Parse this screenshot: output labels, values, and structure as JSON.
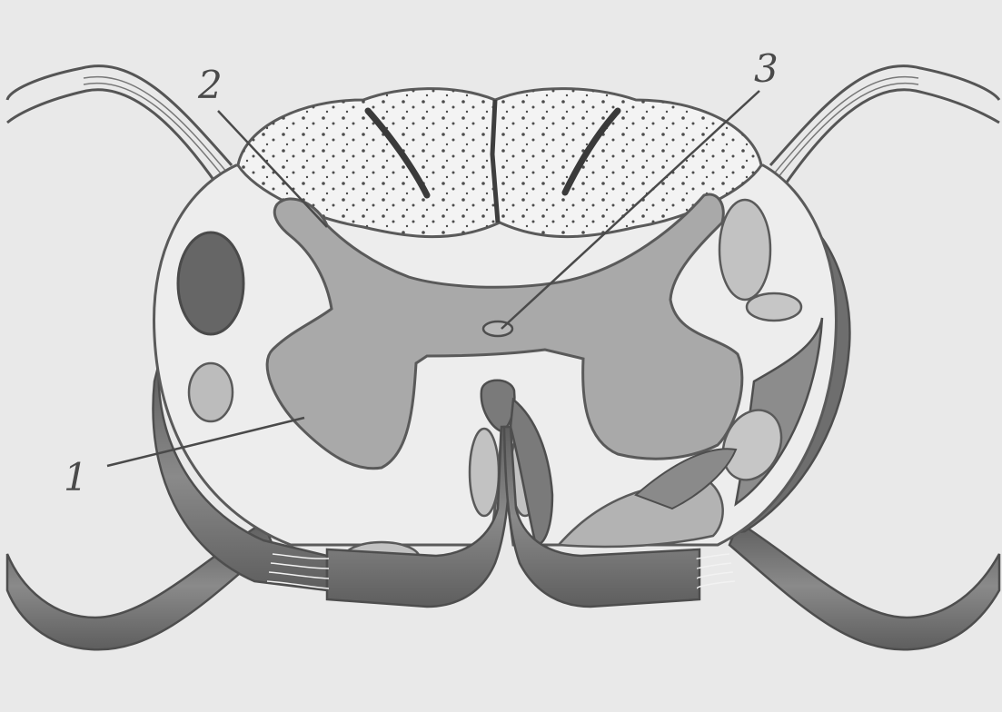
{
  "labels": {
    "grey_matter": "1",
    "dorsal_funiculus": "2",
    "central_canal": "3"
  },
  "colors": {
    "background": "#e9e9e9",
    "outline": "#5a5a5a",
    "grey_matter": "#a9a9a9",
    "white_matter": "#ededed",
    "dorsal_column": "#f2f2f2",
    "dark_tract": "#6e6e6e",
    "medium_tract": "#9a9a9a",
    "light_tract": "#c2c2c2"
  }
}
